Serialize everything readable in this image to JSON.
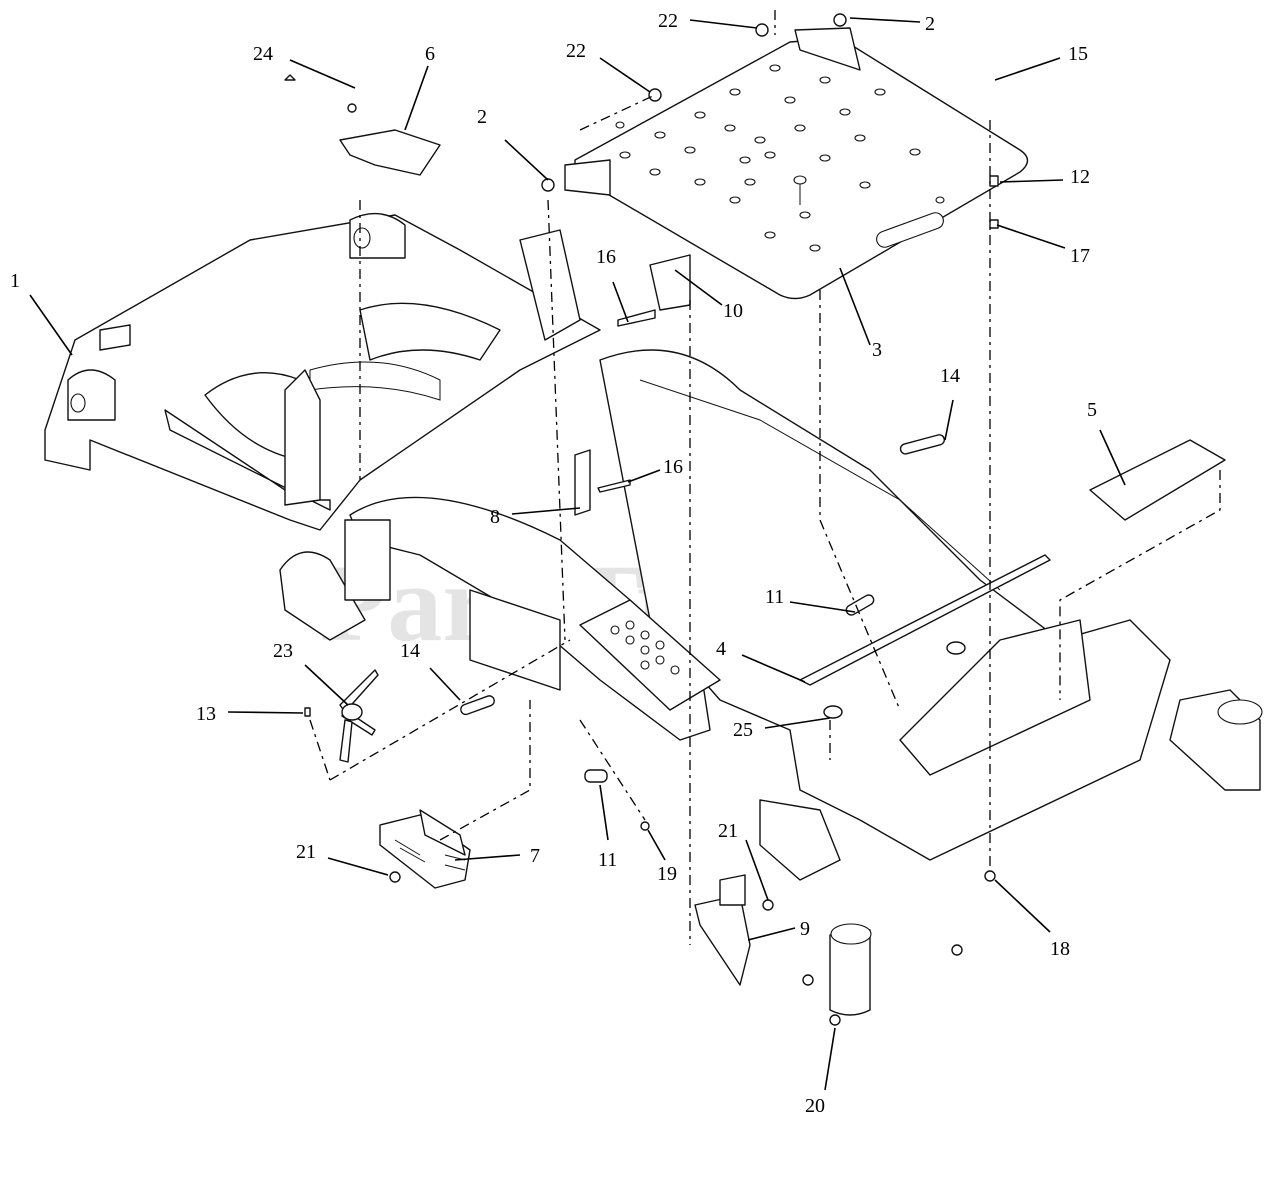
{
  "watermark": {
    "text": "PartsTree",
    "registered": "®"
  },
  "callouts": [
    {
      "label": "1"
    },
    {
      "label": "2"
    },
    {
      "label": "2"
    },
    {
      "label": "3"
    },
    {
      "label": "4"
    },
    {
      "label": "5"
    },
    {
      "label": "6"
    },
    {
      "label": "7"
    },
    {
      "label": "8"
    },
    {
      "label": "9"
    },
    {
      "label": "10"
    },
    {
      "label": "11"
    },
    {
      "label": "11"
    },
    {
      "label": "12"
    },
    {
      "label": "13"
    },
    {
      "label": "14"
    },
    {
      "label": "14"
    },
    {
      "label": "15"
    },
    {
      "label": "16"
    },
    {
      "label": "16"
    },
    {
      "label": "17"
    },
    {
      "label": "18"
    },
    {
      "label": "19"
    },
    {
      "label": "20"
    },
    {
      "label": "21"
    },
    {
      "label": "21"
    },
    {
      "label": "22"
    },
    {
      "label": "22"
    },
    {
      "label": "23"
    },
    {
      "label": "24"
    },
    {
      "label": "25"
    }
  ]
}
